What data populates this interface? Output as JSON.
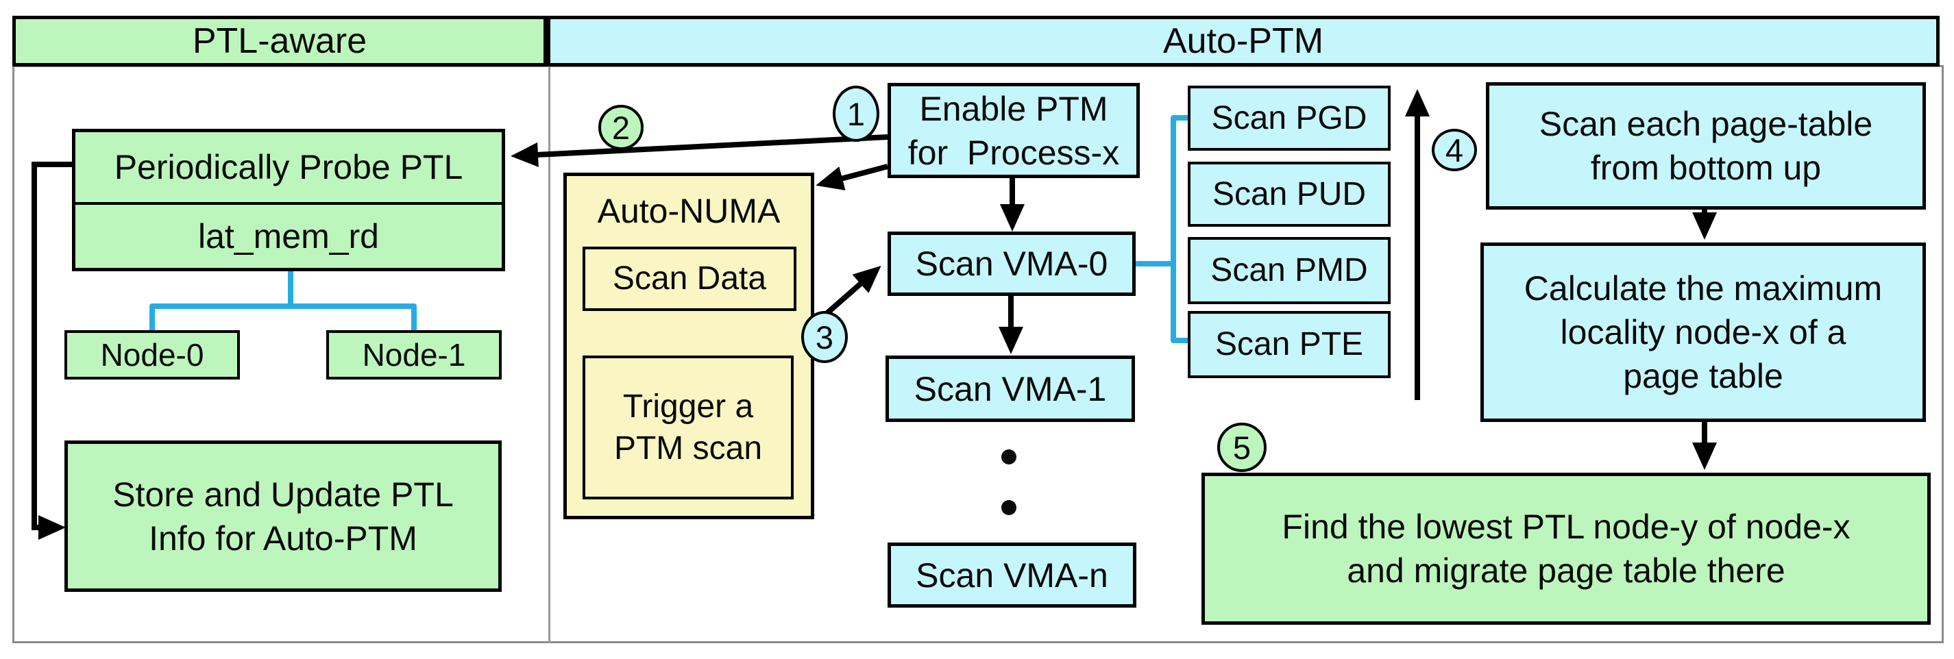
{
  "colors": {
    "green": "#bdf6bd",
    "cyan": "#c5f6fc",
    "yellow": "#faf6c3",
    "blue": "#29abe2",
    "ink": "#000000",
    "panel_border": "#8c8c8c"
  },
  "headers": {
    "left": "PTL-aware",
    "right": "Auto-PTM"
  },
  "steps": {
    "s1": "1",
    "s2": "2",
    "s3": "3",
    "s4": "4",
    "s5": "5"
  },
  "ptl_aware": {
    "probe": "Periodically Probe PTL",
    "lat": "lat_mem_rd",
    "node0": "Node-0",
    "node1": "Node-1",
    "store_l1": "Store and Update PTL",
    "store_l2": "Info for Auto-PTM"
  },
  "auto_ptm": {
    "enable_l1": "Enable PTM",
    "enable_l2": "for  Process-x",
    "autonuma_title": "Auto-NUMA",
    "scan_data": "Scan Data",
    "trigger_l1": "Trigger a",
    "trigger_l2": "PTM scan",
    "vma0": "Scan VMA-0",
    "vma1": "Scan VMA-1",
    "vman": "Scan VMA-n",
    "pgd": "Scan PGD",
    "pud": "Scan PUD",
    "pmd": "Scan PMD",
    "pte": "Scan PTE",
    "scan_each_l1": "Scan each page-table",
    "scan_each_l2": "from bottom up",
    "calc_l1": "Calculate the maximum",
    "calc_l2": "locality node-x of a",
    "calc_l3": "page table",
    "find_l1": "Find the lowest PTL node-y of node-x",
    "find_l2": "and migrate page table there"
  }
}
